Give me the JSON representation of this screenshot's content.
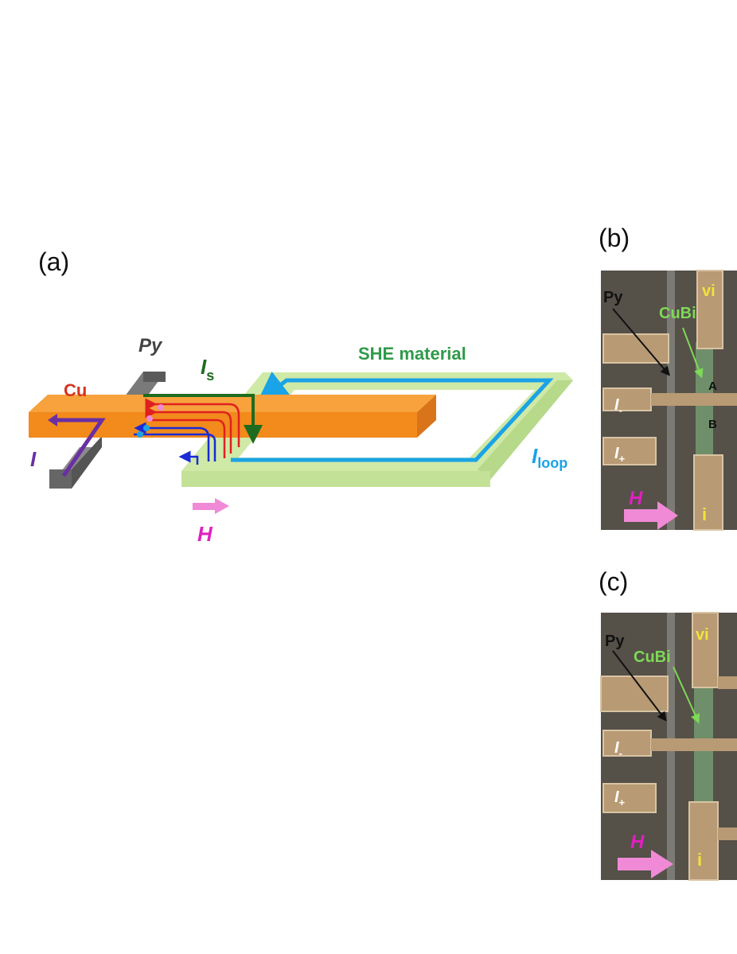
{
  "panels": {
    "a": {
      "label": "(a)",
      "cu": "Cu",
      "py": "Py",
      "is_main": "I",
      "is_sub": "s",
      "she": "SHE material",
      "current": "I",
      "iloop_main": "I",
      "iloop_sub": "loop",
      "field": "H"
    },
    "b": {
      "label": "(b)",
      "py": "Py",
      "cubi": "CuBi",
      "vi": "vi",
      "a": "A",
      "b": "B",
      "i_minus_main": "I",
      "i_minus_sub": "-",
      "i_plus_main": "I",
      "i_plus_sub": "+",
      "field": "H",
      "i": "i"
    },
    "c": {
      "label": "(c)",
      "py": "Py",
      "cubi": "CuBi",
      "vi": "vi",
      "i_minus_main": "I",
      "i_minus_sub": "-",
      "i_plus_main": "I",
      "i_plus_sub": "+",
      "field": "H",
      "i": "i"
    }
  },
  "colors": {
    "cu": "#f28a1c",
    "cu_label": "#d4341c",
    "py": "#6e6e6e",
    "she": "#cfe9a6",
    "loop": "#1aa3e6",
    "is": "#1f6b1f",
    "she_label": "#2f9a4a",
    "current": "#6a2fa3",
    "field": "#f08ad6",
    "field_text": "#e020c0",
    "cubi": "#7ed957",
    "micro_bg": "#555048",
    "electrode": "#b89a74",
    "yellow_text": "#f2e33a"
  }
}
